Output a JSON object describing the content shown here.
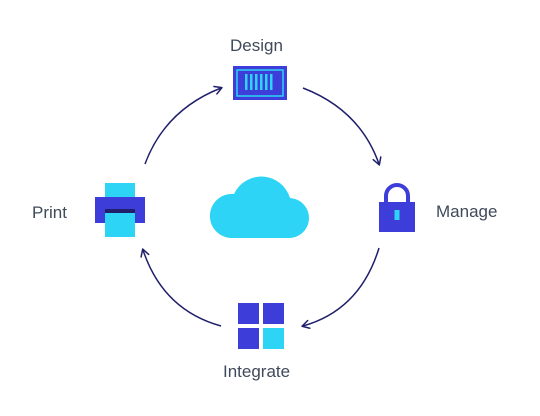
{
  "diagram": {
    "nodes": {
      "design": {
        "label": "Design",
        "icon": "barcode-icon"
      },
      "manage": {
        "label": "Manage",
        "icon": "padlock-icon"
      },
      "integrate": {
        "label": "Integrate",
        "icon": "tiles-grid-icon"
      },
      "print": {
        "label": "Print",
        "icon": "printer-icon"
      }
    },
    "center": {
      "icon": "cloud-icon"
    },
    "cycle_order": [
      "Design",
      "Manage",
      "Integrate",
      "Print"
    ]
  },
  "colors": {
    "primary_blue": "#3d3dd9",
    "accent_cyan": "#2dd4f5",
    "arrow_navy": "#1f1f6b",
    "label_text": "#3f4a5a",
    "background": "#ffffff"
  }
}
